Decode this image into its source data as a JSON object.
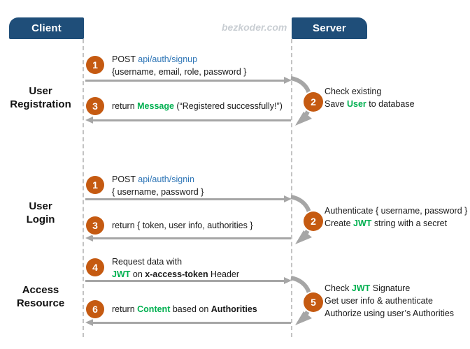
{
  "header": {
    "client": "Client",
    "server": "Server",
    "watermark": "bezkoder.com"
  },
  "colors": {
    "header_bg": "#1F4E79",
    "step_circle_orange": "#C55A11",
    "accent_green": "#00B050",
    "link_blue": "#2E75B6",
    "arrow_gray": "#A6A6A6"
  },
  "registration": {
    "label": [
      "User",
      "Registration"
    ],
    "step1": {
      "num": "1",
      "method": "POST ",
      "endpoint": "api/auth/signup",
      "body": "{username, email, role, password }"
    },
    "step2": {
      "num": "2",
      "line1": "Check existing",
      "line2_pre": "Save ",
      "line2_green": "User",
      "line2_post": " to database"
    },
    "step3": {
      "num": "3",
      "pre": "return ",
      "green": "Message",
      "post": " (“Registered successfully!”)"
    }
  },
  "login": {
    "label": [
      "User",
      "Login"
    ],
    "step1": {
      "num": "1",
      "method": "POST ",
      "endpoint": "api/auth/signin",
      "body": "{ username, password }"
    },
    "step2": {
      "num": "2",
      "line1": "Authenticate { username, password }",
      "line2_pre": "Create ",
      "line2_green": "JWT",
      "line2_post": " string with a secret"
    },
    "step3": {
      "num": "3",
      "pre": "return { token, user info, authorities }",
      "green": "",
      "post": ""
    }
  },
  "access": {
    "label": [
      "Access",
      "Resource"
    ],
    "step4": {
      "num": "4",
      "line1": "Request data with",
      "line2_green": "JWT",
      "line2_mid": " on ",
      "line2_bold": "x-access-token",
      "line2_post": " Header"
    },
    "step5": {
      "num": "5",
      "line1_pre": "Check ",
      "line1_green": "JWT",
      "line1_post": " Signature",
      "line2": "Get user info & authenticate",
      "line3": "Authorize using user’s Authorities"
    },
    "step6": {
      "num": "6",
      "pre": "return ",
      "green": "Content",
      "mid": " based on ",
      "bold": "Authorities"
    }
  }
}
